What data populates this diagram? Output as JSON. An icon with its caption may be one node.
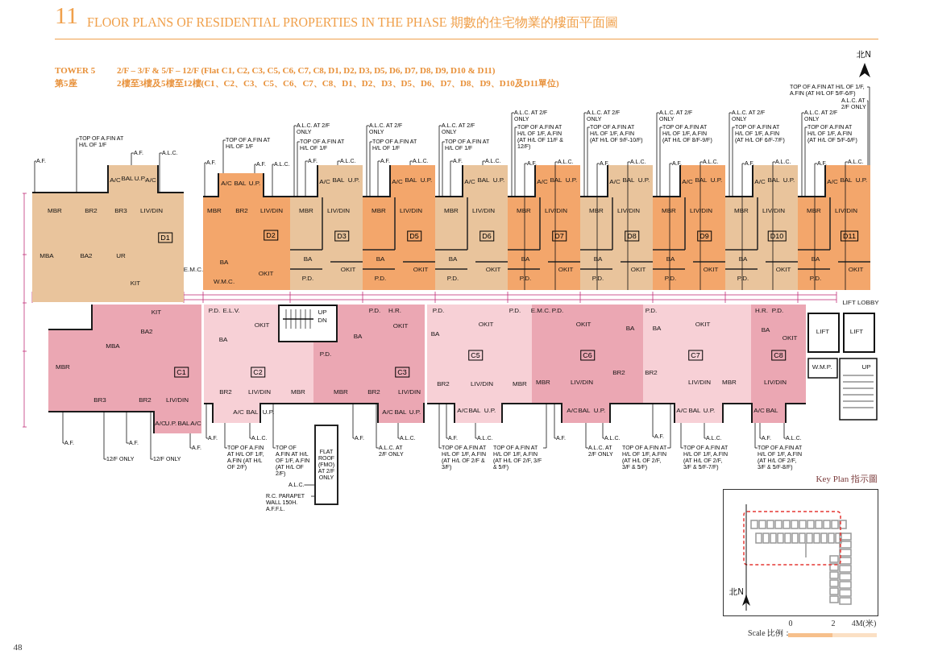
{
  "diagram": {
    "title": "FLOOR PLANS OF RESIDENTIAL PROPERTIES IN THE PHASE 期數的住宅物業的樓面平面圖",
    "nodes": [
      {
        "text": [
          "D1"
        ]
      },
      {
        "text": [
          "D2"
        ]
      },
      {
        "text": [
          "D3"
        ]
      },
      {
        "text": [
          "D5"
        ]
      },
      {
        "text": [
          "D6"
        ]
      },
      {
        "text": [
          "D7"
        ]
      },
      {
        "text": [
          "D8"
        ]
      },
      {
        "text": [
          "D9"
        ]
      },
      {
        "text": [
          "D10"
        ]
      },
      {
        "text": [
          "D11"
        ]
      },
      {
        "text": [
          "C1"
        ]
      },
      {
        "text": [
          "C2"
        ]
      },
      {
        "text": [
          "C3"
        ]
      },
      {
        "text": [
          "C5"
        ]
      },
      {
        "text": [
          "C6"
        ]
      },
      {
        "text": [
          "C7"
        ]
      },
      {
        "text": [
          "C8"
        ]
      },
      {
        "text": [
          "FLAT ROOF (FMO) AT 2/F ONLY"
        ]
      },
      {
        "text": [
          "Key Plan 指示圖"
        ]
      },
      {
        "text": [
          "A.F."
        ]
      },
      {
        "text": [
          "TOP OF A.FIN AT H/L OF 1/F"
        ]
      },
      {
        "text": [
          "A.F."
        ]
      },
      {
        "text": [
          "A.L.C."
        ]
      },
      {
        "text": [
          "A.F."
        ]
      },
      {
        "text": [
          "TOP OF A.FIN AT H/L OF 1/F"
        ]
      },
      {
        "text": [
          "A.F."
        ]
      },
      {
        "text": [
          "A.L.C."
        ]
      },
      {
        "text": [
          "A.L.C. AT 2/F ONLY"
        ]
      },
      {
        "text": [
          "TOP OF A.FIN AT H/L OF 1/F"
        ]
      },
      {
        "text": [
          "A.F."
        ]
      },
      {
        "text": [
          "A.L.C."
        ]
      },
      {
        "text": [
          "A.L.C. AT 2/F ONLY"
        ]
      },
      {
        "text": [
          "TOP OF A.FIN AT H/L OF 1/F"
        ]
      },
      {
        "text": [
          "A.F."
        ]
      },
      {
        "text": [
          "A.L.C."
        ]
      },
      {
        "text": [
          "A.L.C. AT 2/F ONLY"
        ]
      },
      {
        "text": [
          "TOP OF A.FIN AT H/L OF 1/F"
        ]
      },
      {
        "text": [
          "A.F."
        ]
      },
      {
        "text": [
          "A.L.C."
        ]
      },
      {
        "text": [
          "A.L.C. AT 2/F ONLY"
        ]
      },
      {
        "text": [
          "TOP OF A.FIN AT H/L OF 1/F, A.FIN (AT H/L OF 11/F & 12/F)"
        ]
      },
      {
        "text": [
          "A.F."
        ]
      },
      {
        "text": [
          "A.L.C."
        ]
      },
      {
        "text": [
          "A.L.C. AT 2/F ONLY"
        ]
      },
      {
        "text": [
          "TOP OF A.FIN AT H/L OF 1/F, A.FIN (AT H/L OF 9/F-10/F)"
        ]
      },
      {
        "text": [
          "A.F."
        ]
      },
      {
        "text": [
          "A.L.C."
        ]
      },
      {
        "text": [
          "A.L.C. AT 2/F ONLY"
        ]
      },
      {
        "text": [
          "TOP OF A.FIN AT H/L OF 1/F, A.FIN (AT H/L OF 8/F-9/F)"
        ]
      },
      {
        "text": [
          "A.F."
        ]
      },
      {
        "text": [
          "A.L.C."
        ]
      },
      {
        "text": [
          "A.L.C. AT 2/F ONLY"
        ]
      },
      {
        "text": [
          "TOP OF A.FIN AT H/L OF 1/F, A.FIN (AT H/L OF 6/F-7/F)"
        ]
      },
      {
        "text": [
          "A.F."
        ]
      },
      {
        "text": [
          "A.L.C."
        ]
      },
      {
        "text": [
          "A.L.C. AT 2/F ONLY"
        ]
      },
      {
        "text": [
          "TOP OF A.FIN AT H/L OF 1/F, A.FIN (AT H/L OF 5/F-6/F)"
        ]
      },
      {
        "text": [
          "A.F."
        ]
      },
      {
        "text": [
          "A.L.C."
        ]
      },
      {
        "text": [
          "A.L.C. AT 2/F ONLY"
        ]
      },
      {
        "text": [
          "TOP OF A.FIN AT H/L OF 1/F, A.FIN (AT H/L OF 5/F-6/F)"
        ]
      },
      {
        "text": [
          "A.F."
        ]
      },
      {
        "text": [
          "12/F ONLY"
        ]
      },
      {
        "text": [
          "A.F."
        ]
      },
      {
        "text": [
          "12/F ONLY"
        ]
      },
      {
        "text": [
          "A.F."
        ]
      },
      {
        "text": [
          "A.F."
        ]
      },
      {
        "text": [
          "TOP OF A.FIN AT H/L OF 1/F, A.FIN (AT H/L OF 2/F)"
        ]
      },
      {
        "text": [
          "A.L.C."
        ]
      },
      {
        "text": [
          "TOP OF A.FIN AT H/L OF 1/F, A.FIN (AT H/L OF 2/F)"
        ]
      },
      {
        "text": [
          "A.L.C."
        ]
      },
      {
        "text": [
          "R.C. PARAPET WALL 150H. A.F.F.L."
        ]
      },
      {
        "text": [
          "A.F."
        ]
      },
      {
        "text": [
          "A.L.C."
        ]
      },
      {
        "text": [
          "A.L.C. AT 2/F ONLY"
        ]
      },
      {
        "text": [
          "A.F."
        ]
      },
      {
        "text": [
          "TOP OF A.FIN AT H/L OF 1/F, A.FIN (AT H/L OF 2/F & 3/F)"
        ]
      },
      {
        "text": [
          "A.L.C."
        ]
      },
      {
        "text": [
          "TOP OF A.FIN AT H/L OF 1/F, A.FIN (AT H/L OF 2/F, 3/F & 5/F)"
        ]
      },
      {
        "text": [
          "A.F."
        ]
      },
      {
        "text": [
          "A.L.C."
        ]
      },
      {
        "text": [
          "A.L.C. AT 2/F ONLY"
        ]
      },
      {
        "text": [
          "A.F."
        ]
      },
      {
        "text": [
          "TOP OF A.FIN AT H/L OF 1/F, A.FIN (AT H/L OF 2/F, 3/F & 5/F)"
        ]
      },
      {
        "text": [
          "TOP OF A.FIN AT H/L OF 1/F, A.FIN (AT H/L OF 2/F, 3/F & 5/F-7/F)"
        ]
      },
      {
        "text": [
          "A.L.C."
        ]
      },
      {
        "text": [
          "A.F."
        ]
      },
      {
        "text": [
          "TOP OF A.FIN AT H/L OF 1/F, A.FIN (AT H/L OF 2/F, 3/F & 5/F-8/F)"
        ]
      },
      {
        "text": [
          "A.L.C."
        ]
      }
    ],
    "edges": [
      {
        "from": 19,
        "to": 0,
        "arrow": "none"
      },
      {
        "from": 20,
        "to": 0,
        "arrow": "none"
      },
      {
        "from": 21,
        "to": 0,
        "arrow": "none"
      },
      {
        "from": 22,
        "to": 0,
        "arrow": "none"
      },
      {
        "from": 23,
        "to": 1,
        "arrow": "none"
      },
      {
        "from": 24,
        "to": 1,
        "arrow": "none"
      },
      {
        "from": 25,
        "to": 1,
        "arrow": "none"
      },
      {
        "from": 26,
        "to": 1,
        "arrow": "none"
      },
      {
        "from": 27,
        "to": 2,
        "arrow": "none"
      },
      {
        "from": 28,
        "to": 2,
        "arrow": "none"
      },
      {
        "from": 29,
        "to": 2,
        "arrow": "none"
      },
      {
        "from": 30,
        "to": 2,
        "arrow": "none"
      },
      {
        "from": 31,
        "to": 3,
        "arrow": "none"
      },
      {
        "from": 32,
        "to": 3,
        "arrow": "none"
      },
      {
        "from": 33,
        "to": 3,
        "arrow": "none"
      },
      {
        "from": 34,
        "to": 3,
        "arrow": "none"
      },
      {
        "from": 35,
        "to": 4,
        "arrow": "none"
      },
      {
        "from": 36,
        "to": 4,
        "arrow": "none"
      },
      {
        "from": 37,
        "to": 4,
        "arrow": "none"
      },
      {
        "from": 38,
        "to": 4,
        "arrow": "none"
      },
      {
        "from": 39,
        "to": 5,
        "arrow": "none"
      },
      {
        "from": 40,
        "to": 5,
        "arrow": "none"
      },
      {
        "from": 41,
        "to": 5,
        "arrow": "none"
      },
      {
        "from": 42,
        "to": 5,
        "arrow": "none"
      },
      {
        "from": 43,
        "to": 6,
        "arrow": "none"
      },
      {
        "from": 44,
        "to": 6,
        "arrow": "none"
      },
      {
        "from": 45,
        "to": 6,
        "arrow": "none"
      },
      {
        "from": 46,
        "to": 6,
        "arrow": "none"
      },
      {
        "from": 47,
        "to": 7,
        "arrow": "none"
      },
      {
        "from": 48,
        "to": 7,
        "arrow": "none"
      },
      {
        "from": 49,
        "to": 7,
        "arrow": "none"
      },
      {
        "from": 50,
        "to": 7,
        "arrow": "none"
      },
      {
        "from": 51,
        "to": 8,
        "arrow": "none"
      },
      {
        "from": 52,
        "to": 8,
        "arrow": "none"
      },
      {
        "from": 53,
        "to": 8,
        "arrow": "none"
      },
      {
        "from": 54,
        "to": 8,
        "arrow": "none"
      },
      {
        "from": 55,
        "to": 9,
        "arrow": "none"
      },
      {
        "from": 56,
        "to": 9,
        "arrow": "none"
      },
      {
        "from": 57,
        "to": 9,
        "arrow": "none"
      },
      {
        "from": 58,
        "to": 9,
        "arrow": "none"
      },
      {
        "from": 59,
        "to": 9,
        "arrow": "none"
      },
      {
        "from": 60,
        "to": 9,
        "arrow": "none"
      },
      {
        "from": 61,
        "to": 10,
        "arrow": "none"
      },
      {
        "from": 62,
        "to": 10,
        "arrow": "none"
      },
      {
        "from": 63,
        "to": 10,
        "arrow": "none"
      },
      {
        "from": 64,
        "to": 10,
        "arrow": "none"
      },
      {
        "from": 65,
        "to": 10,
        "arrow": "none"
      },
      {
        "from": 66,
        "to": 11,
        "arrow": "none"
      },
      {
        "from": 67,
        "to": 11,
        "arrow": "none"
      },
      {
        "from": 68,
        "to": 11,
        "arrow": "none"
      },
      {
        "from": 69,
        "to": 11,
        "arrow": "none"
      },
      {
        "from": 70,
        "to": 17,
        "arrow": "none"
      },
      {
        "from": 71,
        "to": 17,
        "arrow": "none"
      },
      {
        "from": 72,
        "to": 12,
        "arrow": "none"
      },
      {
        "from": 73,
        "to": 12,
        "arrow": "none"
      },
      {
        "from": 74,
        "to": 12,
        "arrow": "none"
      },
      {
        "from": 75,
        "to": 13,
        "arrow": "none"
      },
      {
        "from": 76,
        "to": 13,
        "arrow": "none"
      },
      {
        "from": 77,
        "to": 13,
        "arrow": "none"
      },
      {
        "from": 78,
        "to": 14,
        "arrow": "none"
      },
      {
        "from": 79,
        "to": 14,
        "arrow": "none"
      },
      {
        "from": 80,
        "to": 14,
        "arrow": "none"
      },
      {
        "from": 81,
        "to": 14,
        "arrow": "none"
      },
      {
        "from": 82,
        "to": 15,
        "arrow": "none"
      },
      {
        "from": 83,
        "to": 15,
        "arrow": "none"
      },
      {
        "from": 84,
        "to": 15,
        "arrow": "none"
      },
      {
        "from": 85,
        "to": 15,
        "arrow": "none"
      },
      {
        "from": 86,
        "to": 16,
        "arrow": "none"
      },
      {
        "from": 87,
        "to": 16,
        "arrow": "none"
      },
      {
        "from": 88,
        "to": 16,
        "arrow": "none"
      }
    ],
    "labels": [
      "11",
      "TOWER 5",
      "2/F – 3/F & 5/F – 12/F (Flat C1, C2, C3, C5, C6, C7, C8, D1, D2, D3, D5, D6, D7, D8, D9, D10 & D11)",
      "第5座",
      "2樓至3樓及5樓至12樓(C1、C2、C3、C5、C6、C7、C8、D1、D2、D3、D5、D6、D7、D8、D9、D10及D11單位)",
      "北N",
      "A/C",
      "BAL",
      "U.P.",
      "A/C",
      "MBR",
      "BR2",
      "BR3",
      "LIV/DIN",
      "MBA",
      "BA2",
      "UR",
      "KIT",
      "E.M.C.",
      "A/C",
      "BAL",
      "U.P.",
      "MBR",
      "BR2",
      "LIV/DIN",
      "BA",
      "OKIT",
      "W.M.C.",
      "A/C",
      "BAL",
      "U.P.",
      "MBR",
      "LIV/DIN",
      "BA",
      "OKIT",
      "P.D.",
      "A/C",
      "BAL",
      "U.P.",
      "MBR",
      "LIV/DIN",
      "BA",
      "OKIT",
      "P.D.",
      "A/C",
      "BAL",
      "U.P.",
      "MBR",
      "LIV/DIN",
      "BA",
      "OKIT",
      "P.D.",
      "A/C",
      "BAL",
      "U.P.",
      "MBR",
      "LIV/DIN",
      "BA",
      "OKIT",
      "P.D.",
      "A/C",
      "BAL",
      "U.P.",
      "MBR",
      "LIV/DIN",
      "BA",
      "OKIT",
      "P.D.",
      "A/C",
      "BAL",
      "U.P.",
      "MBR",
      "LIV/DIN",
      "BA",
      "OKIT",
      "P.D.",
      "A/C",
      "BAL",
      "U.P.",
      "MBR",
      "LIV/DIN",
      "BA",
      "OKIT",
      "P.D.",
      "A/C",
      "BAL",
      "U.P.",
      "MBR",
      "LIV/DIN",
      "BA",
      "OKIT",
      "P.D.",
      "KIT",
      "BA2",
      "MBA",
      "MBR",
      "BR3",
      "BR2",
      "LIV/DIN",
      "A/C",
      "U.P.",
      "BAL",
      "A/C",
      "P.D.",
      "E.L.V.",
      "OKIT",
      "BA",
      "BR2",
      "LIV/DIN",
      "MBR",
      "A/C",
      "BAL",
      "U.P.",
      "UP",
      "DN",
      "P.D.",
      "H.R.",
      "OKIT",
      "BA",
      "P.D.",
      "MBR",
      "BR2",
      "LIV/DIN",
      "A/C",
      "BAL",
      "U.P.",
      "P.D.",
      "P.D.",
      "OKIT",
      "BA",
      "BR2",
      "LIV/DIN",
      "MBR",
      "A/C",
      "BAL",
      "U.P.",
      "E.M.C.",
      "P.D.",
      "OKIT",
      "BA",
      "MBR",
      "LIV/DIN",
      "BR2",
      "A/C",
      "BAL",
      "U.P.",
      "P.D.",
      "BA",
      "OKIT",
      "BR2",
      "LIV/DIN",
      "MBR",
      "A/C",
      "BAL",
      "U.P.",
      "H.R.",
      "P.D.",
      "BA",
      "OKIT",
      "LIV/DIN",
      "A/C",
      "BAL",
      "LIFT LOBBY",
      "LIFT",
      "LIFT",
      "W.M.P.",
      "UP",
      "北N",
      "Scale 比例：",
      "0",
      "2",
      "4M(米)",
      "48"
    ]
  }
}
